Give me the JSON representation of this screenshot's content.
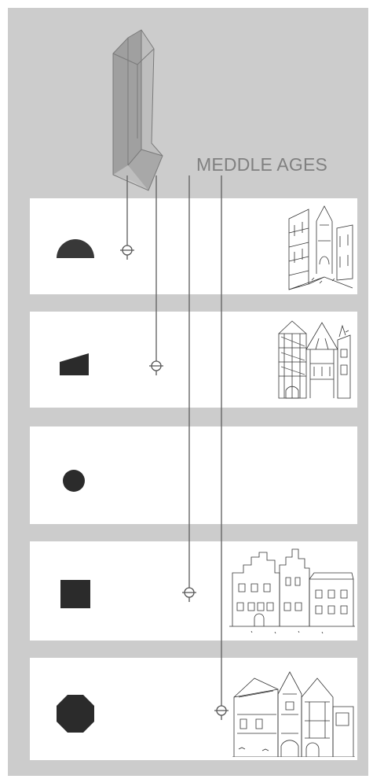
{
  "header": {
    "title": "MEDDLE AGES"
  },
  "colors": {
    "background": "#cccccc",
    "card": "#ffffff",
    "shape": "#2b2b2b",
    "line": "#666666",
    "title": "#808080",
    "tower_fill": "#a6a6a6"
  },
  "rows": [
    {
      "symbol": "half-circle-icon",
      "sketch": "street-gate-tower-sketch"
    },
    {
      "symbol": "wedge-icon",
      "sketch": "half-timbered-houses-sketch"
    },
    {
      "symbol": "circle-icon",
      "sketch": ""
    },
    {
      "symbol": "square-icon",
      "sketch": "stepped-gable-facade-sketch"
    },
    {
      "symbol": "octagon-icon",
      "sketch": "building-section-sketch"
    }
  ]
}
